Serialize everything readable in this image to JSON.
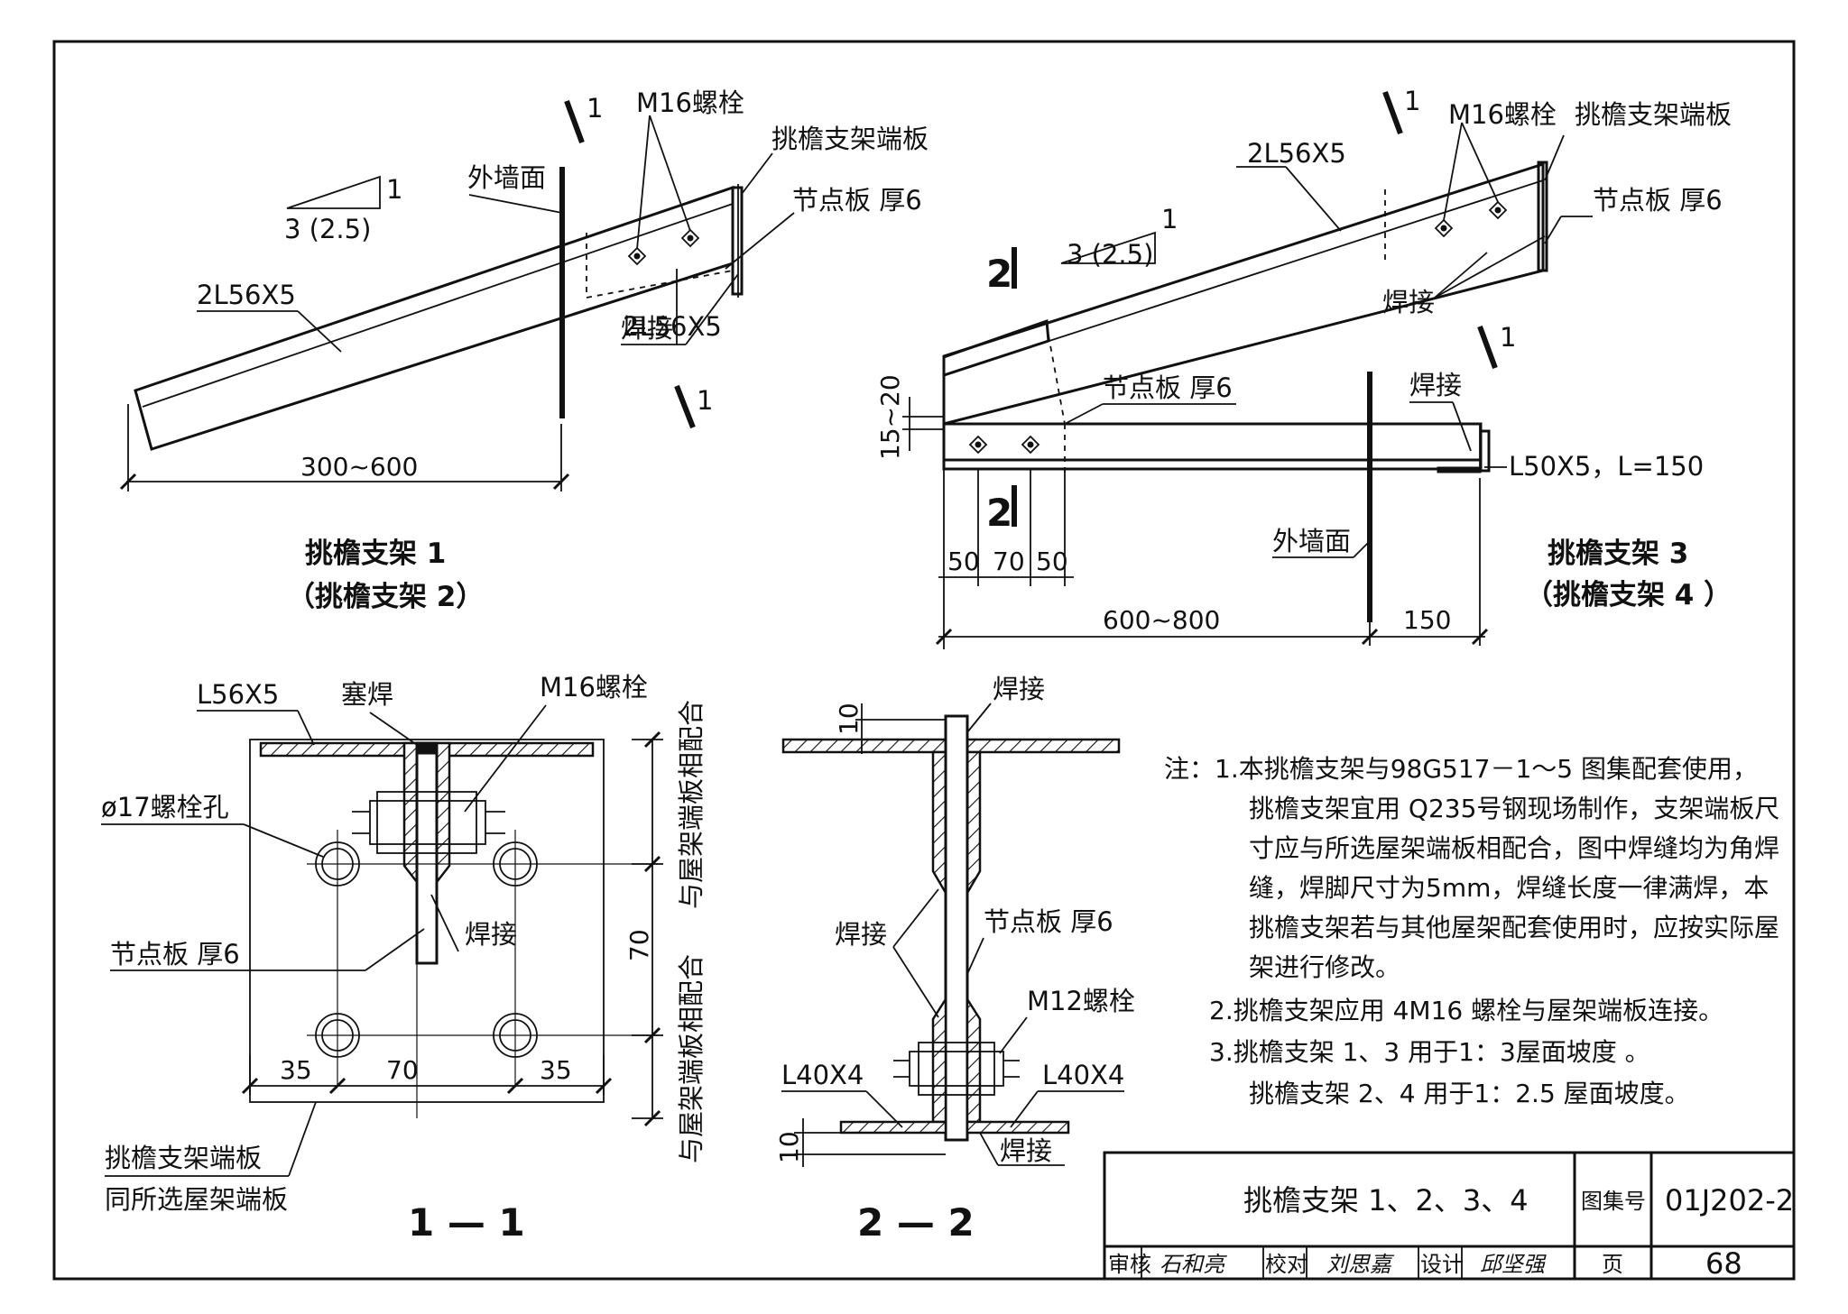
{
  "bracket12": {
    "slope_1": "1",
    "slope_3": "3 (2.5)",
    "section_mark": "1",
    "outer_wall": "外墙面",
    "bolt": "M16螺栓",
    "end_plate": "挑檐支架端板",
    "gusset": "节点板 厚6",
    "angle": "2L56X5",
    "weld": "焊接",
    "dim_span": "300~600",
    "title_line1": "挑檐支架 1",
    "title_line2": "（挑檐支架 2）"
  },
  "bracket34": {
    "slope_1": "1",
    "slope_3": "3 (2.5)",
    "section_mark_1": "1",
    "section_mark_2": "2",
    "bolt": "M16螺栓",
    "end_plate": "挑檐支架端板",
    "angle": "2L56X5",
    "gusset_top": "节点板 厚6",
    "weld_top": "焊接",
    "gusset_mid": "节点板 厚6",
    "weld_mid": "焊接",
    "dim_15_20": "15~20",
    "small_angle": "L50X5，L=150",
    "outer_wall": "外墙面",
    "dim_50a": "50",
    "dim_70": "70",
    "dim_50b": "50",
    "dim_600_800": "600~800",
    "dim_150": "150",
    "title_line1": "挑檐支架 3",
    "title_line2": "（挑檐支架 4 ）"
  },
  "section11": {
    "angle": "L56X5",
    "plug_weld": "塞焊",
    "bolt": "M16螺栓",
    "bolt_hole": "ø17螺栓孔",
    "gusset": "节点板 厚6",
    "weld": "焊接",
    "match_top": "与屋架端板相配合",
    "dim_70_v": "70",
    "match_bot": "与屋架端板相配合",
    "dim_35a": "35",
    "dim_70_h": "70",
    "dim_35b": "35",
    "end_plate_1": "挑檐支架端板",
    "end_plate_2": "同所选屋架端板",
    "label": "1 — 1"
  },
  "section22": {
    "weld_top": "焊接",
    "dim_10_top": "10",
    "weld_left": "焊接",
    "gusset": "节点板 厚6",
    "bolt": "M12螺栓",
    "angle_left": "L40X4",
    "angle_right": "L40X4",
    "dim_10_bot": "10",
    "weld_bot": "焊接",
    "label": "2 — 2"
  },
  "notes": {
    "l1": "注：1.本挑檐支架与98G517－1～5 图集配套使用，",
    "l2": "挑檐支架宜用 Q235号钢现场制作，支架端板尺",
    "l3": "寸应与所选屋架端板相配合，图中焊缝均为角焊",
    "l4": "缝，焊脚尺寸为5mm，焊缝长度一律满焊，本",
    "l5": "挑檐支架若与其他屋架配套使用时，应按实际屋",
    "l6": "架进行修改。",
    "l7": "2.挑檐支架应用 4M16 螺栓与屋架端板连接。",
    "l8": "3.挑檐支架 1、3 用于1：3屋面坡度 。",
    "l9": "挑檐支架 2、4 用于1：2.5 屋面坡度。"
  },
  "titleblock": {
    "title": "挑檐支架 1、2、3、4",
    "atlas_label": "图集号",
    "atlas_no": "01J202-2",
    "review": "审核",
    "review_sig": "石和亮",
    "check": "校对",
    "check_sig": "刘思嘉",
    "design": "设计",
    "design_sig": "邱坚强",
    "page_label": "页",
    "page_no": "68"
  }
}
